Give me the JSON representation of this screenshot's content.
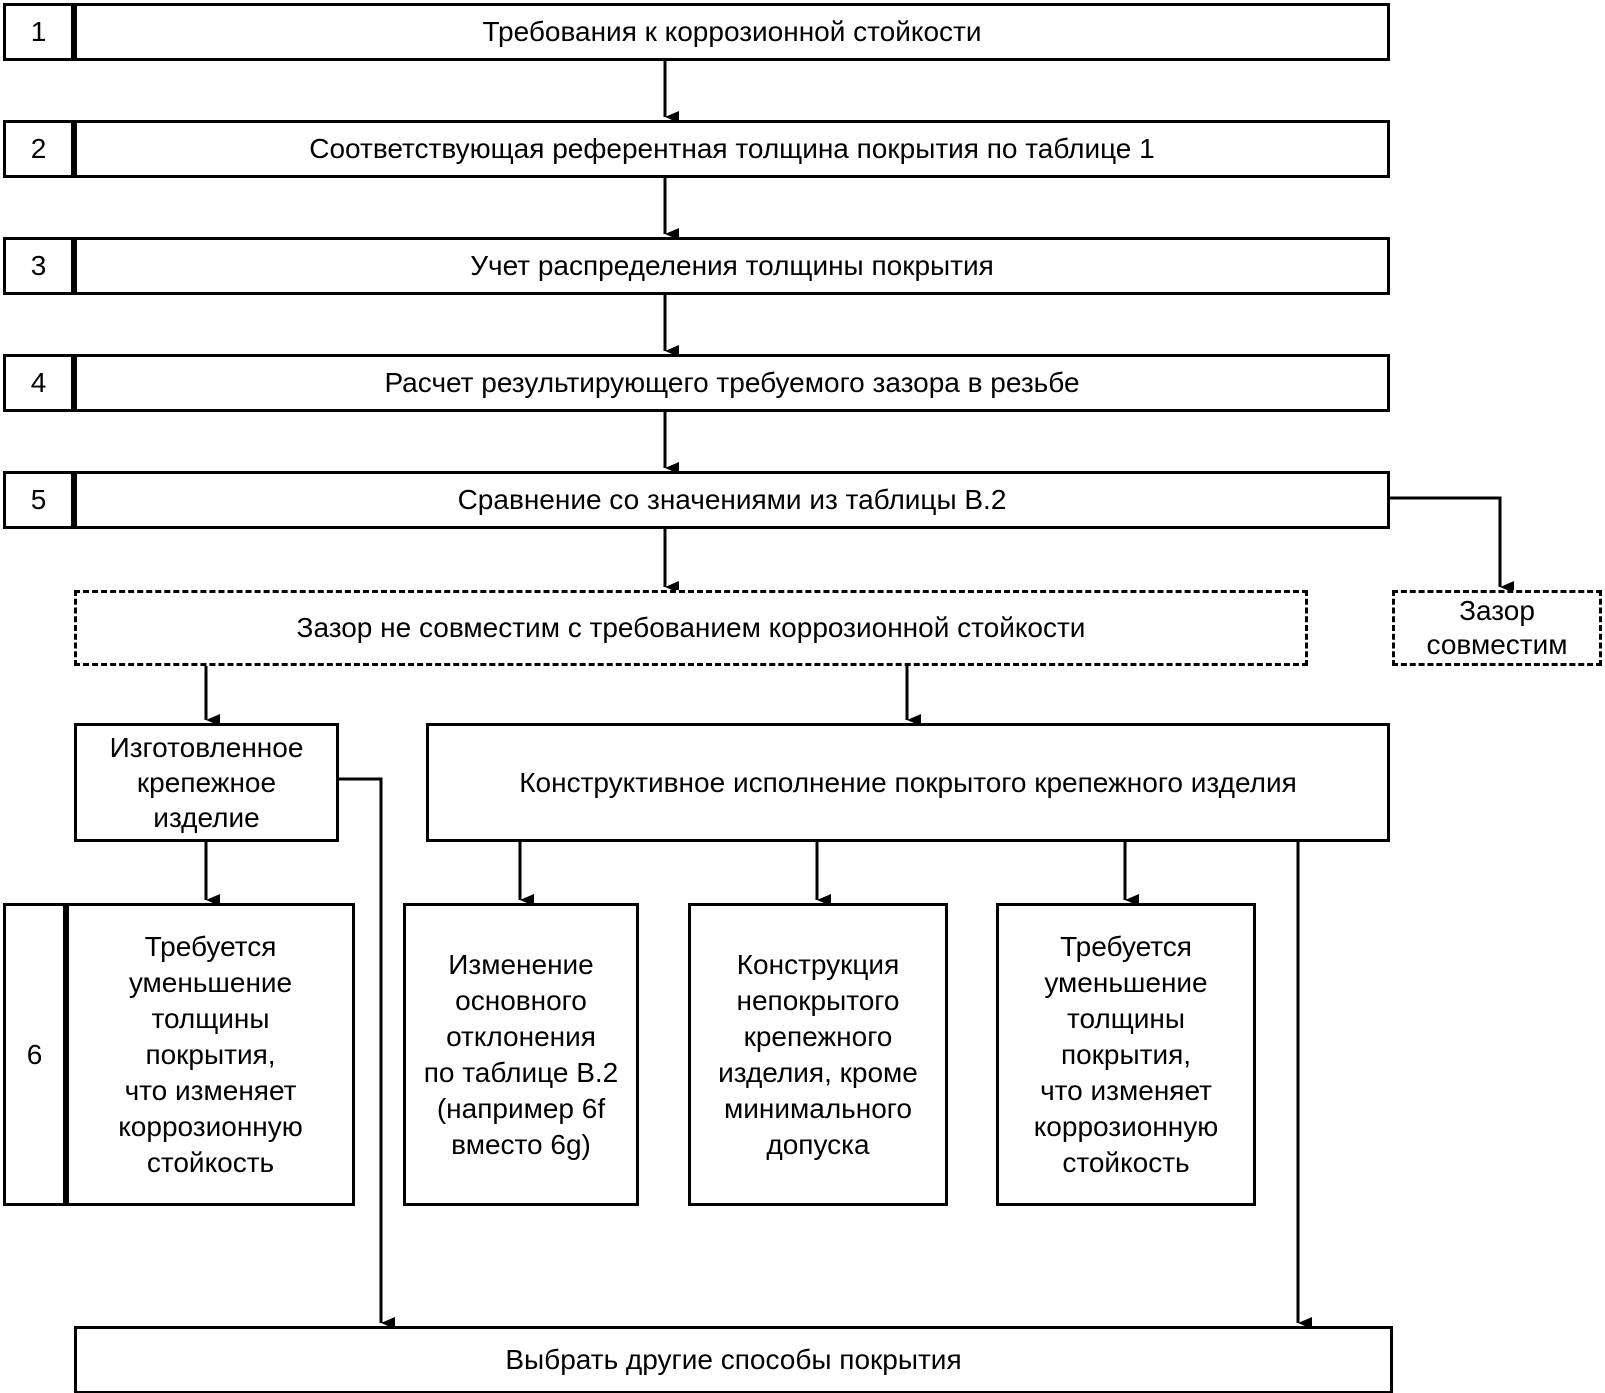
{
  "steps": [
    {
      "num": "1",
      "text": "Требования к коррозионной стойкости"
    },
    {
      "num": "2",
      "text": "Соответствующая референтная толщина покрытия по таблице 1"
    },
    {
      "num": "3",
      "text": "Учет распределения толщины покрытия"
    },
    {
      "num": "4",
      "text": "Расчет результирующего требуемого зазора в резьбе"
    },
    {
      "num": "5",
      "text": "Сравнение со значениями из таблицы В.2"
    }
  ],
  "not_compatible": "Зазор не совместим с требованием коррозионной стойкости",
  "compatible": "Зазор\nсовместим",
  "manufactured": "Изготовленное\nкрепежное\nизделие",
  "design": "Конструктивное исполнение покрытого крепежного изделия",
  "step6_num": "6",
  "reduce_left": "Требуется\nуменьшение\nтолщины\nпокрытия,\nчто изменяет\nкоррозионную\nстойкость",
  "change_deviation": "Изменение\nосновного\nотклонения\nпо таблице В.2\n(например 6f\nвместо 6g)",
  "uncoated_design": "Конструкция\nнепокрытого\nкрепежного\nизделия, кроме\nминимального\nдопуска",
  "reduce_right": "Требуется\nуменьшение\nтолщины\nпокрытия,\nчто изменяет\nкоррозионную\nстойкость",
  "choose_other": "Выбрать другие способы покрытия"
}
